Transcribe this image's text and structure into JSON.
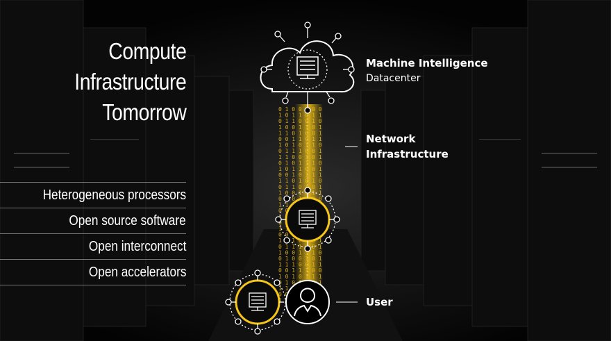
{
  "title": [
    "Compute",
    "Infrastructure",
    "Tomorrow"
  ],
  "features": [
    "Heterogeneous processors",
    "Open source software",
    "Open interconnect",
    "Open accelerators"
  ],
  "labels": {
    "datacenter_title": "Machine Intelligence",
    "datacenter_sub": "Datacenter",
    "network_line1": "Network",
    "network_line2": "Infrastructure",
    "user": "User"
  },
  "binary_rows": [
    "0 1 0 0 1 0 0",
    "1 0 1 1 0 1 1",
    "0 1 1 0 0 1 0",
    "1 0 0 1 1 0 1",
    "1 1 0 1 0 0 1",
    "0 0 1 1 0 1 1",
    "1 0 1 0 1 1 0",
    "0 1 1 1 0 0 1",
    "1 1 0 0 1 0 1",
    "0 1 0 1 1 1 0",
    "1 0 1 1 0 0 1",
    "0 0 1 0 1 1 1",
    "1 1 0 1 0 1 0",
    "0 1 1 0 1 0 1",
    "1 0 0 1 0 1 1",
    "0 1 0 1 1 0 0",
    "1 1 1 0 0 1 0",
    "0 0 1 1 1 0 1",
    "1 0 1 0 0 1 1",
    "0 1 0 1 1 0 1",
    "1 1 0 0 1 1 0",
    "0 0 1 1 0 1 0",
    "1 0 1 0 1 0 1",
    "0 1 1 1 0 0 1",
    "1 0 0 1 1 1 0",
    "0 1 0 0 1 0 1",
    "1 1 1 0 0 1 1",
    "0 0 1 1 1 0 0",
    "1 0 1 0 1 1 1",
    "0 1 0 1 0 0 1",
    "1 1 0 1 1 0 0",
    "0 0 1 0 0 1 1",
    "1 0 1 1 0 1 0"
  ],
  "colors": {
    "accent": "#f5c518",
    "text": "#ffffff",
    "divider": "#777777",
    "background": "#050505"
  },
  "icons": [
    "cloud-icon",
    "server-icon",
    "user-icon",
    "node-icon"
  ]
}
